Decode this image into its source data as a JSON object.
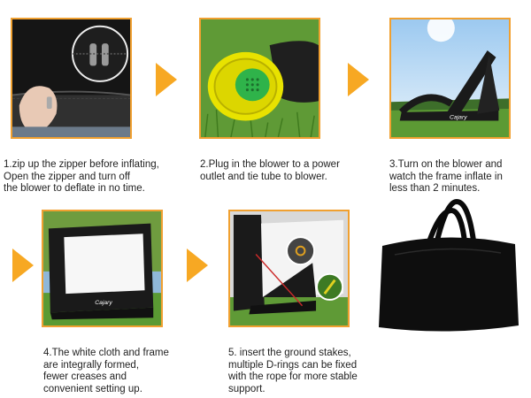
{
  "steps": [
    {
      "lines": [
        "1.zip up the zipper before inflating,",
        "Open the zipper and turn off",
        "the blower to deflate in no time."
      ],
      "photo": "zipper-closeup-photo",
      "logo_text": ""
    },
    {
      "lines": [
        "2.Plug in the blower to a power",
        "outlet and tie tube to blower."
      ],
      "photo": "blower-on-grass-photo",
      "logo_text": ""
    },
    {
      "lines": [
        "3.Turn on the blower and",
        "watch the frame inflate in",
        "less than 2 minutes."
      ],
      "photo": "frame-inflating-photo",
      "logo_text": "Cajary"
    },
    {
      "lines": [
        "4.The white cloth and frame",
        "are integrally formed,",
        "fewer creases and",
        "convenient setting up."
      ],
      "photo": "inflated-screen-photo",
      "logo_text": "Cajary"
    },
    {
      "lines": [
        "5. insert the ground stakes,",
        "multiple D-rings can be fixed",
        "with the rope for more stable",
        "support."
      ],
      "photo": "ground-stakes-photo",
      "logo_text": ""
    }
  ],
  "bag": {
    "photo": "carry-bag-photo"
  },
  "colors": {
    "accent": "#f7a823",
    "frame_border": "#f0a030",
    "grass": "#4f8a2a",
    "inflatable": "#1a1a1a"
  },
  "icons": [
    "arrow-right-icon",
    "arrow-right-icon",
    "arrow-right-icon",
    "arrow-right-icon"
  ]
}
